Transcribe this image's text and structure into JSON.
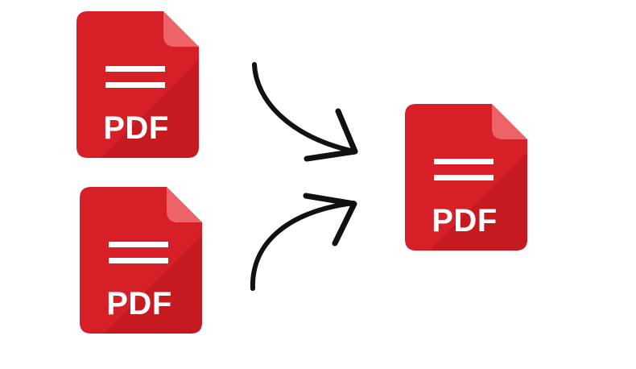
{
  "files": {
    "input_top": {
      "label": "PDF"
    },
    "input_bottom": {
      "label": "PDF"
    },
    "output": {
      "label": "PDF"
    }
  },
  "colors": {
    "file_red": "#d61f26",
    "file_dark_red": "#b7151c",
    "fold_red": "#ed6468",
    "arrow": "#111111",
    "background": "#ffffff"
  }
}
